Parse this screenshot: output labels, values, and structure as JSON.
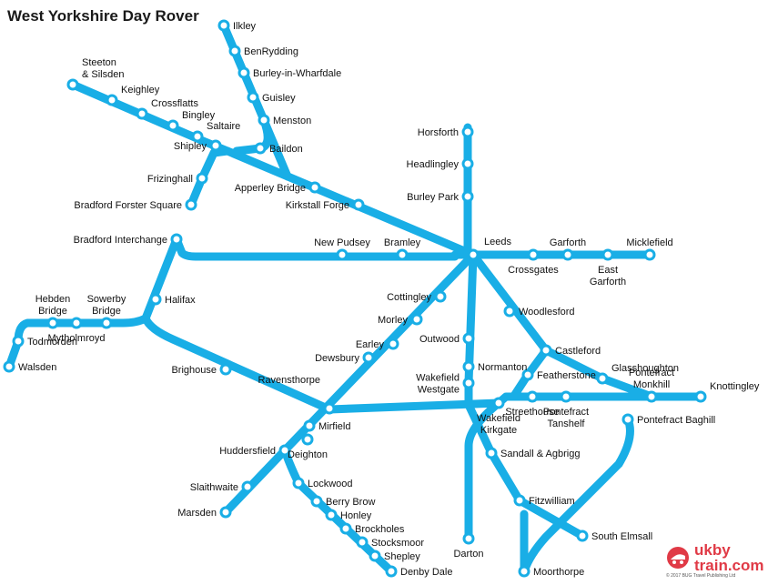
{
  "title": "West Yorkshire Day Rover",
  "line_color": "#19aee6",
  "brand": {
    "line1": "ukby",
    "line2": "train.com",
    "copyright": "© 2017 BUG Travel Publishing Ltd",
    "color": "#e03a46"
  },
  "stations": [
    {
      "id": "ilkley",
      "label": [
        "Ilkley"
      ]
    },
    {
      "id": "benrydding",
      "label": [
        "BenRydding"
      ]
    },
    {
      "id": "burley-in-wharfdale",
      "label": [
        "Burley-in-Wharfdale"
      ]
    },
    {
      "id": "guisley",
      "label": [
        "Guisley"
      ]
    },
    {
      "id": "menston",
      "label": [
        "Menston"
      ]
    },
    {
      "id": "baildon",
      "label": [
        "Baildon"
      ]
    },
    {
      "id": "steeton",
      "label": [
        "Steeton",
        "& Silsden"
      ]
    },
    {
      "id": "keighley",
      "label": [
        "Keighley"
      ]
    },
    {
      "id": "crossflatts",
      "label": [
        "Crossflatts"
      ]
    },
    {
      "id": "bingley",
      "label": [
        "Bingley"
      ]
    },
    {
      "id": "saltaire",
      "label": [
        "Saltaire"
      ]
    },
    {
      "id": "shipley",
      "label": [
        "Shipley"
      ]
    },
    {
      "id": "frizinghall",
      "label": [
        "Frizinghall"
      ]
    },
    {
      "id": "bradford-forster-square",
      "label": [
        "Bradford Forster Square"
      ]
    },
    {
      "id": "apperley-bridge",
      "label": [
        "Apperley Bridge"
      ]
    },
    {
      "id": "kirkstall-forge",
      "label": [
        "Kirkstall Forge"
      ]
    },
    {
      "id": "horsforth",
      "label": [
        "Horsforth"
      ]
    },
    {
      "id": "headlingley",
      "label": [
        "Headlingley"
      ]
    },
    {
      "id": "burley-park",
      "label": [
        "Burley Park"
      ]
    },
    {
      "id": "leeds",
      "label": [
        "Leeds"
      ]
    },
    {
      "id": "crossgates",
      "label": [
        "Crossgates"
      ]
    },
    {
      "id": "garforth",
      "label": [
        "Garforth"
      ]
    },
    {
      "id": "east-garforth",
      "label": [
        "East",
        "Garforth"
      ]
    },
    {
      "id": "micklefield",
      "label": [
        "Micklefield"
      ]
    },
    {
      "id": "bradford-interchange",
      "label": [
        "Bradford Interchange"
      ]
    },
    {
      "id": "new-pudsey",
      "label": [
        "New Pudsey"
      ]
    },
    {
      "id": "bramley",
      "label": [
        "Bramley"
      ]
    },
    {
      "id": "halifax",
      "label": [
        "Halifax"
      ]
    },
    {
      "id": "hebden-bridge",
      "label": [
        "Hebden",
        "Bridge"
      ]
    },
    {
      "id": "sowerby-bridge",
      "label": [
        "Sowerby",
        "Bridge"
      ]
    },
    {
      "id": "mytholmroyd",
      "label": [
        "Mytholmroyd"
      ]
    },
    {
      "id": "todmorden",
      "label": [
        "Todmorden"
      ]
    },
    {
      "id": "walsden",
      "label": [
        "Walsden"
      ]
    },
    {
      "id": "brighouse",
      "label": [
        "Brighouse"
      ]
    },
    {
      "id": "cottingley",
      "label": [
        "Cottingley"
      ]
    },
    {
      "id": "morley",
      "label": [
        "Morley"
      ]
    },
    {
      "id": "outwood",
      "label": [
        "Outwood"
      ]
    },
    {
      "id": "woodlesford",
      "label": [
        "Woodlesford"
      ]
    },
    {
      "id": "earley",
      "label": [
        "Earley"
      ]
    },
    {
      "id": "dewsbury",
      "label": [
        "Dewsbury"
      ]
    },
    {
      "id": "castleford",
      "label": [
        "Castleford"
      ]
    },
    {
      "id": "normanton",
      "label": [
        "Normanton"
      ]
    },
    {
      "id": "glasshoughton",
      "label": [
        "Glasshoughton"
      ]
    },
    {
      "id": "pontefract-monkhill",
      "label": [
        "Pontefract",
        "Monkhill"
      ]
    },
    {
      "id": "knottingley",
      "label": [
        "Knottingley"
      ]
    },
    {
      "id": "ravensthorpe",
      "label": [
        "Ravensthorpe"
      ]
    },
    {
      "id": "wakefield-westgate",
      "label": [
        "Wakefield",
        "Westgate"
      ]
    },
    {
      "id": "featherstone",
      "label": [
        "Featherstone"
      ]
    },
    {
      "id": "streethouse",
      "label": [
        "Streethouse"
      ]
    },
    {
      "id": "pontefract-tanshelf",
      "label": [
        "Pontefract",
        "Tanshelf"
      ]
    },
    {
      "id": "pontefract-baghill",
      "label": [
        "Pontefract Baghill"
      ]
    },
    {
      "id": "mirfield",
      "label": [
        "Mirfield"
      ]
    },
    {
      "id": "wakefield-kirkgate",
      "label": [
        "Wakefield",
        "Kirkgate"
      ]
    },
    {
      "id": "deighton",
      "label": [
        "Deighton"
      ]
    },
    {
      "id": "huddersfield",
      "label": [
        "Huddersfield"
      ]
    },
    {
      "id": "sandall-agbrigg",
      "label": [
        "Sandall & Agbrigg"
      ]
    },
    {
      "id": "lockwood",
      "label": [
        "Lockwood"
      ]
    },
    {
      "id": "slaithwaite",
      "label": [
        "Slaithwaite"
      ]
    },
    {
      "id": "fitzwilliam",
      "label": [
        "Fitzwilliam"
      ]
    },
    {
      "id": "berry-brow",
      "label": [
        "Berry Brow"
      ]
    },
    {
      "id": "honley",
      "label": [
        "Honley"
      ]
    },
    {
      "id": "marsden",
      "label": [
        "Marsden"
      ]
    },
    {
      "id": "brockholes",
      "label": [
        "Brockholes"
      ]
    },
    {
      "id": "south-elmsall",
      "label": [
        "South Elmsall"
      ]
    },
    {
      "id": "stocksmoor",
      "label": [
        "Stocksmoor"
      ]
    },
    {
      "id": "shepley",
      "label": [
        "Shepley"
      ]
    },
    {
      "id": "darton",
      "label": [
        "Darton"
      ]
    },
    {
      "id": "denby-dale",
      "label": [
        "Denby Dale"
      ]
    },
    {
      "id": "moorthorpe",
      "label": [
        "Moorthorpe"
      ]
    }
  ]
}
